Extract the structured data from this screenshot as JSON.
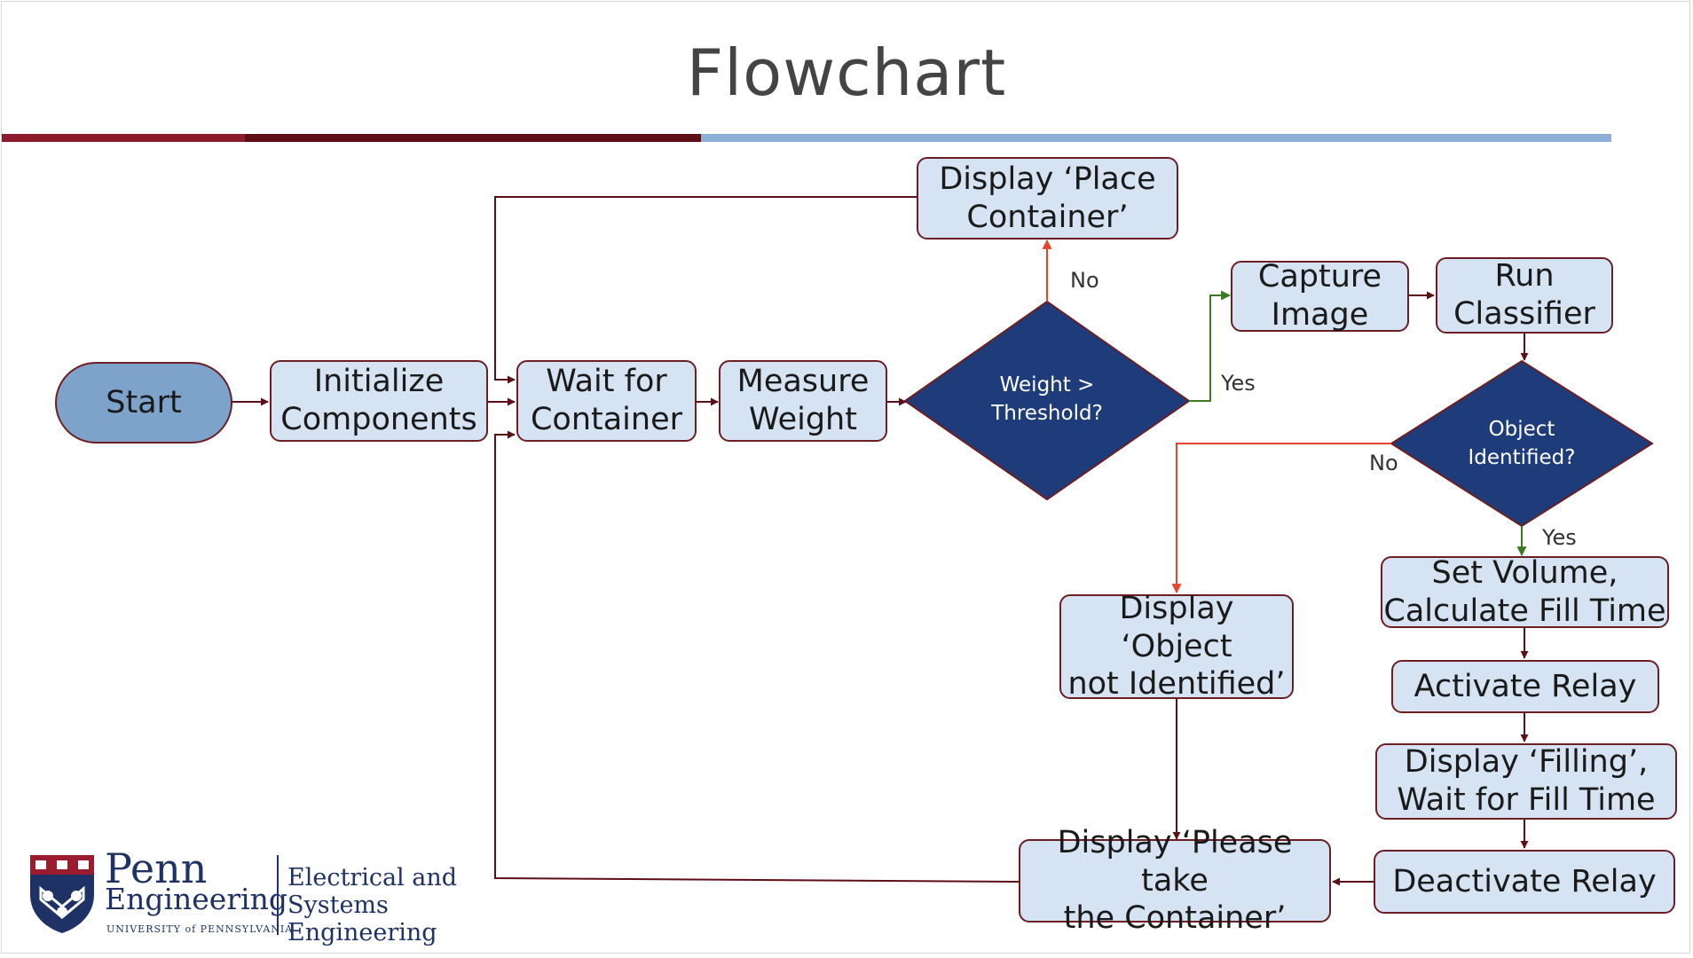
{
  "slide": {
    "title": "Flowchart"
  },
  "colors": {
    "bar_red": "#8b1a2b",
    "bar_dark": "#5e0e16",
    "bar_blue": "#8fb0d6",
    "box_fill": "#d6e3f2",
    "box_border": "#6b1e24",
    "start_fill": "#7da3ca",
    "diamond_fill": "#1f3c7a",
    "flow_line": "#5e0e16",
    "no_line": "#e8442c",
    "yes_line": "#3d7a22"
  },
  "nodes": {
    "start": "Start",
    "initialize": "Initialize\nComponents",
    "wait_container": "Wait for\nContainer",
    "measure_weight": "Measure\nWeight",
    "weight_decision": "Weight >\nThreshold?",
    "place_container": "Display ‘Place\nContainer’",
    "capture_image": "Capture\nImage",
    "run_classifier": "Run\nClassifier",
    "object_decision": "Object\nIdentified?",
    "object_not_identified": "Display ‘Object\nnot Identified’",
    "set_volume": "Set Volume,\nCalculate Fill Time",
    "activate_relay": "Activate Relay",
    "display_filling": "Display ‘Filling’,\nWait for Fill Time",
    "deactivate_relay": "Deactivate Relay",
    "please_take": "Display ‘Please take\nthe Container’"
  },
  "edge_labels": {
    "weight_no": "No",
    "weight_yes": "Yes",
    "object_no": "No",
    "object_yes": "Yes"
  },
  "logo": {
    "name": "Penn",
    "sub": "Engineering",
    "university": "UNIVERSITY of PENNSYLVANIA",
    "department": "Electrical and\nSystems Engineering"
  }
}
